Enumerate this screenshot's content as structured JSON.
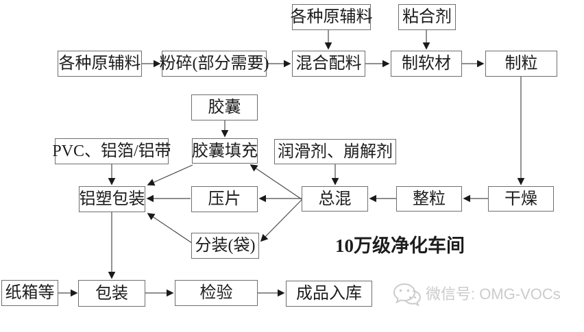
{
  "diagram": {
    "nodes": {
      "raw_materials_top": "各种原辅料",
      "binder": "粘合剂",
      "raw_materials": "各种原辅料",
      "crushing": "粉碎(部分需要)",
      "mixing": "混合配料",
      "soft_material": "制软材",
      "granulation": "制粒",
      "capsule": "胶囊",
      "capsule_filling": "胶囊填充",
      "pvc_foil": "PVC、铝箔/铝带",
      "lubricant_disintegrant": "润滑剂、崩解剂",
      "blister_packaging": "铝塑包装",
      "tablet_pressing": "压片",
      "final_mixing": "总混",
      "granule_sizing": "整粒",
      "drying": "干燥",
      "bag_filling": "分装(袋)",
      "carton": "纸箱等",
      "packaging": "包装",
      "inspection": "检验",
      "finished_storage": "成品入库"
    },
    "annotations": {
      "clean_room": "10万级净化车间",
      "watermark_text": "微信号: OMG-VOCs",
      "watermark_icon": "wechat-icon"
    }
  },
  "colors": {
    "box_border": "#6e6e6e",
    "text": "#1c1c1c",
    "arrow": "#4a4a4a",
    "watermark": "#cbcbcb",
    "bg": "#ffffff"
  }
}
